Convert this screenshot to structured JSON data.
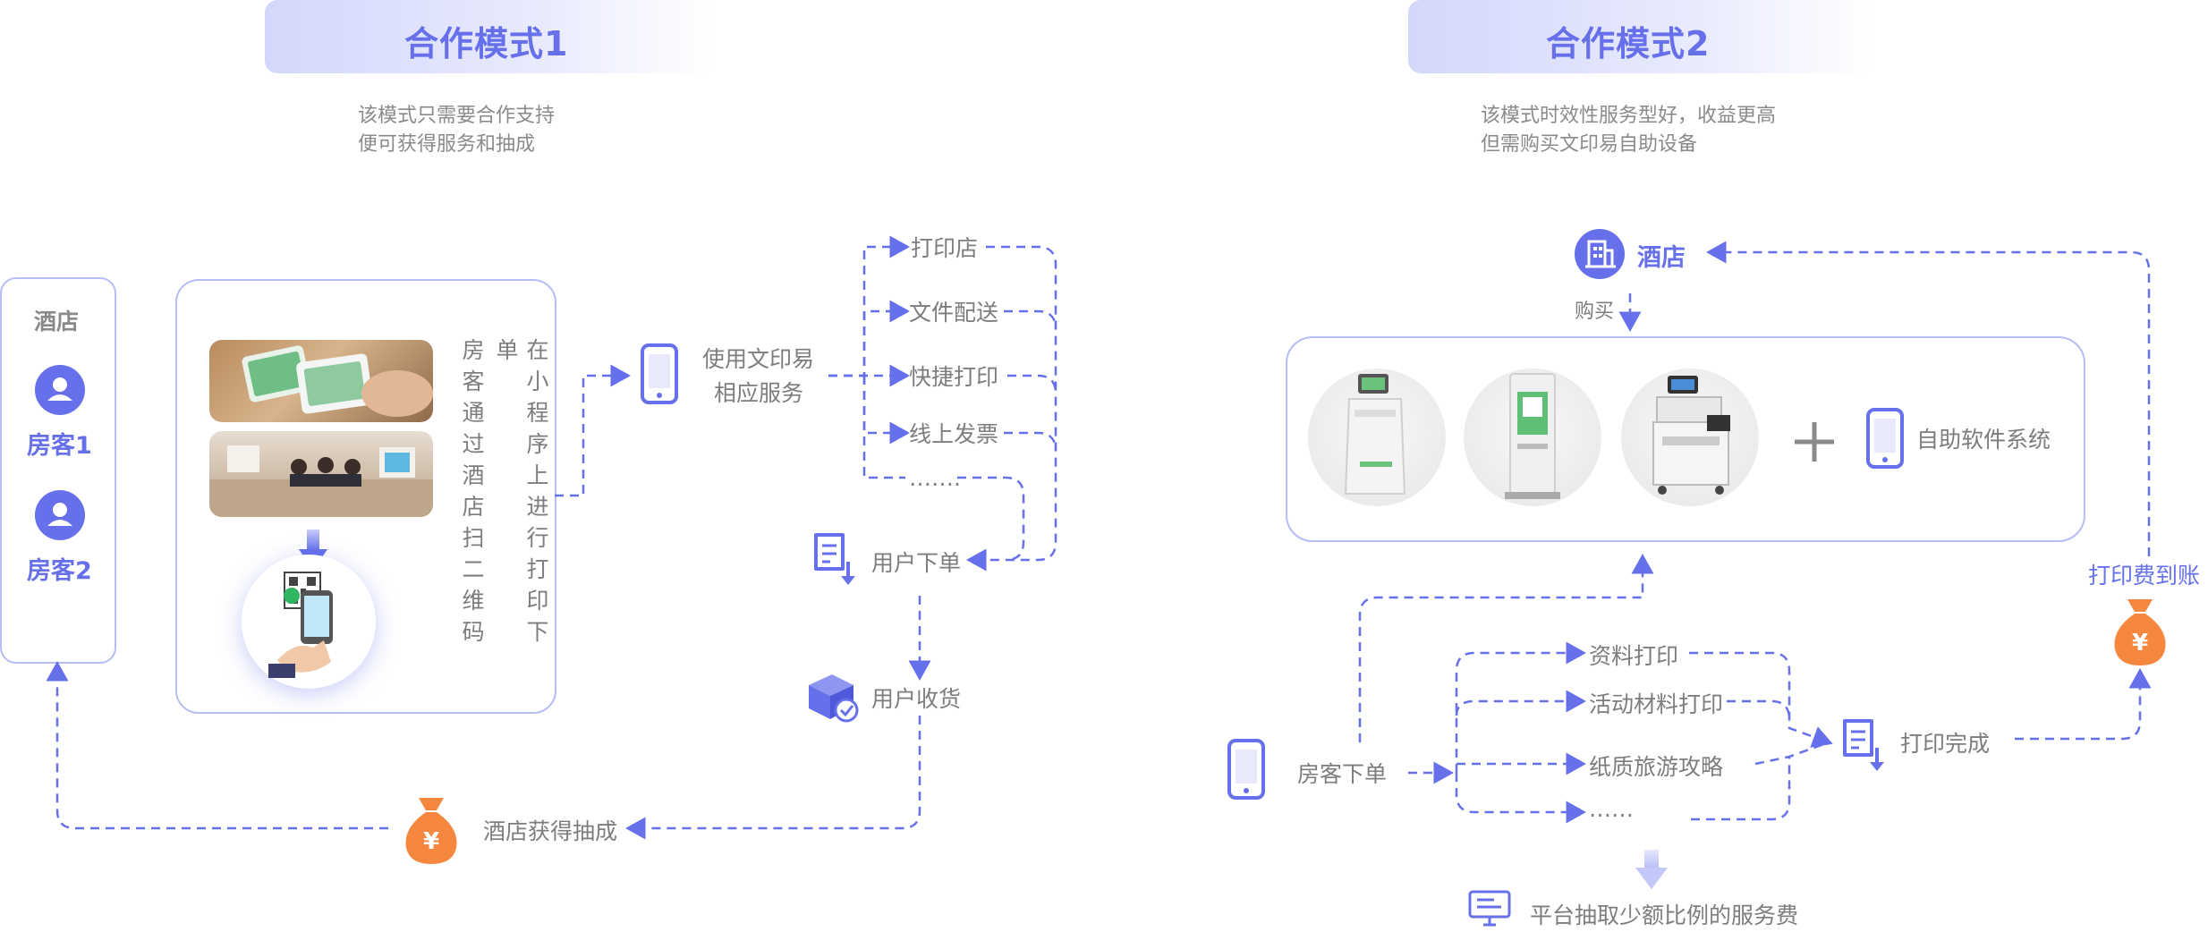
{
  "mode1": {
    "title": "合作模式1",
    "desc": [
      "该模式只需要合作支持",
      "便可获得服务和抽成"
    ],
    "hotel_label": "酒店",
    "guests": [
      "房客1",
      "房客2"
    ],
    "scan_text_col1": "房客通过酒店扫二维码",
    "scan_text_col2": "在小程序上进行打印下单",
    "use_service": [
      "使用文印易",
      "相应服务"
    ],
    "services": [
      "打印店",
      "文件配送",
      "快捷打印",
      "线上发票",
      "……."
    ],
    "user_order": "用户下单",
    "user_receive": "用户收货",
    "hotel_commission": "酒店获得抽成"
  },
  "mode2": {
    "title": "合作模式2",
    "desc": [
      "该模式时效性服务型好，收益更高",
      "但需购买文印易自助设备"
    ],
    "hotel": "酒店",
    "buy": "购买",
    "software": "自助软件系统",
    "guest_order": "房客下单",
    "services": [
      "资料打印",
      "活动材料打印",
      "纸质旅游攻略",
      "……"
    ],
    "print_done": "打印完成",
    "print_fee": "打印费到账",
    "platform_fee": "平台抽取少额比例的服务费"
  },
  "colors": {
    "accent": "#6570ea",
    "light_accent": "#b6bcf6",
    "money_orange": "#f5873f",
    "text_gray": "#7d7d7d"
  }
}
